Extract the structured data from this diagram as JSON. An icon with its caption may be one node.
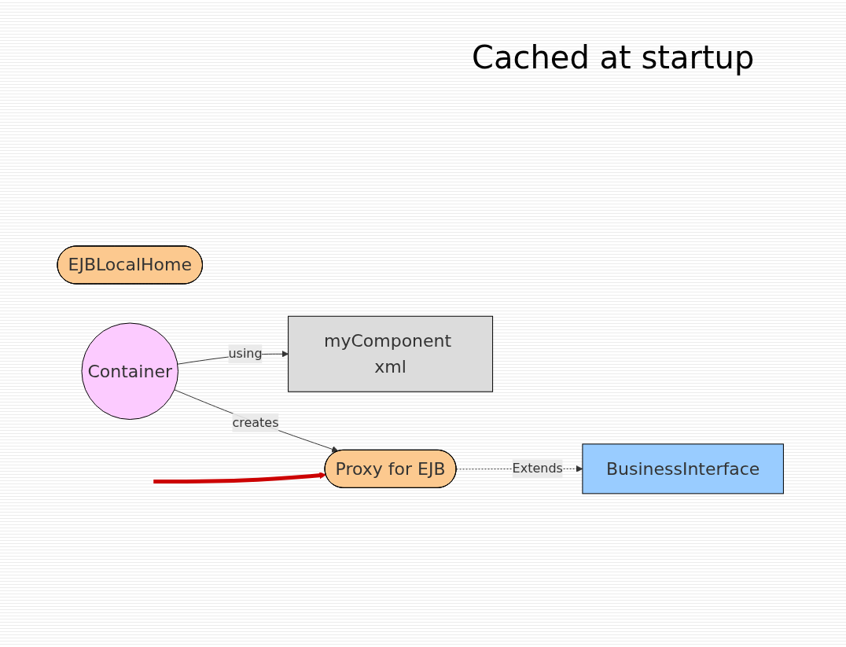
{
  "diagram": {
    "nodes": [
      {
        "text": [
          "EJBLocalHome"
        ]
      },
      {
        "text": [
          "myComponent xml"
        ]
      },
      {
        "text": [
          "Container"
        ]
      },
      {
        "text": [
          "Proxy for EJB"
        ]
      },
      {
        "text": [
          "BusinessInterface"
        ]
      }
    ],
    "edges": [
      {
        "from": 2,
        "to": 1,
        "label": "using",
        "arrow": "to"
      },
      {
        "from": 2,
        "to": 3,
        "label": "creates",
        "arrow": "to"
      },
      {
        "from": 3,
        "to": 4,
        "label": "Extends",
        "arrow": "to",
        "style": "dashed"
      },
      {
        "from": null,
        "to": 3,
        "arrow": "to",
        "style": "thick",
        "color": "#cc0000"
      }
    ],
    "labels": [
      "Cached at startup"
    ]
  }
}
